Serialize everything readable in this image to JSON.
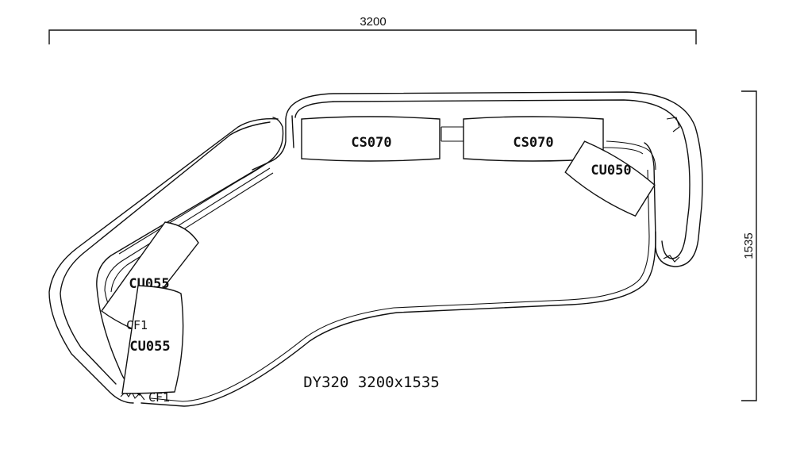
{
  "dimensions": {
    "width_label": "3200",
    "depth_label": "1535"
  },
  "cushions": {
    "back_left": "CS070",
    "back_right": "CS070",
    "corner_right": "CU050",
    "left_upper": "CU055",
    "left_lower": "CU055"
  },
  "markers": {
    "upper": "CF1",
    "lower": "CF1"
  },
  "model": {
    "caption": "DY320 3200x1535"
  }
}
